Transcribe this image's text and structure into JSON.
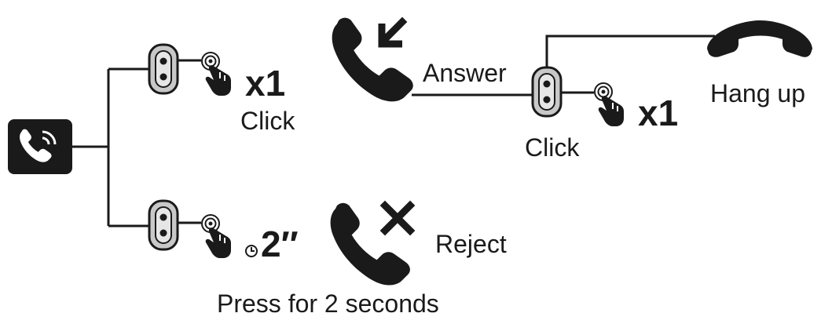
{
  "labels": {
    "click_top": "Click",
    "click_answer": "Click",
    "answer": "Answer",
    "hang_up": "Hang up",
    "reject": "Reject",
    "press_duration": "Press for 2 seconds"
  },
  "counts": {
    "top": "x1",
    "answer": "x1",
    "hold": "2″"
  },
  "icons": {
    "incoming_call": "incoming-call-icon",
    "button": "earbud-button-icon",
    "tap": "tap-finger-icon",
    "timer": "timer-icon",
    "answer": "answer-call-icon",
    "reject": "reject-call-icon",
    "hang_up": "hang-up-icon"
  },
  "colors": {
    "ink": "#1a1a1a",
    "button_fill": "#c8c8c8",
    "background": "#ffffff"
  }
}
